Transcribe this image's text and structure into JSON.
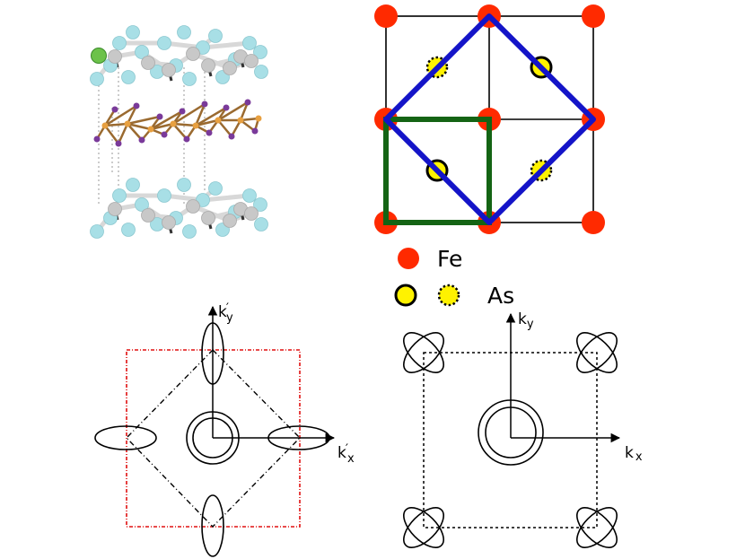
{
  "legend": {
    "fe_label": "Fe",
    "as_label": "As",
    "fe_color": "#ff2a00",
    "as_color": "#fff200"
  },
  "panel_c": {
    "x_axis_label": "k",
    "x_axis_prime": "′",
    "x_axis_sub": "x",
    "y_axis_label": "k",
    "y_axis_prime": "′",
    "y_axis_sub": "y",
    "bz_color": "#e01010"
  },
  "panel_d": {
    "x_axis_label": "k",
    "x_axis_sub": "x",
    "y_axis_label": "k",
    "y_axis_sub": "y"
  },
  "lattice": {
    "cell_small_color": "#146414",
    "cell_large_color": "#1414c8"
  },
  "crystal": {
    "layer_atom_color": "#a8dfe6",
    "gray_atom_color": "#c8c8c8",
    "dopant_atom_color": "#6cc24a",
    "fe_layer_color": "#e8a040",
    "as_layer_color": "#7a3a9a",
    "bond_color": "#9a6a30"
  }
}
